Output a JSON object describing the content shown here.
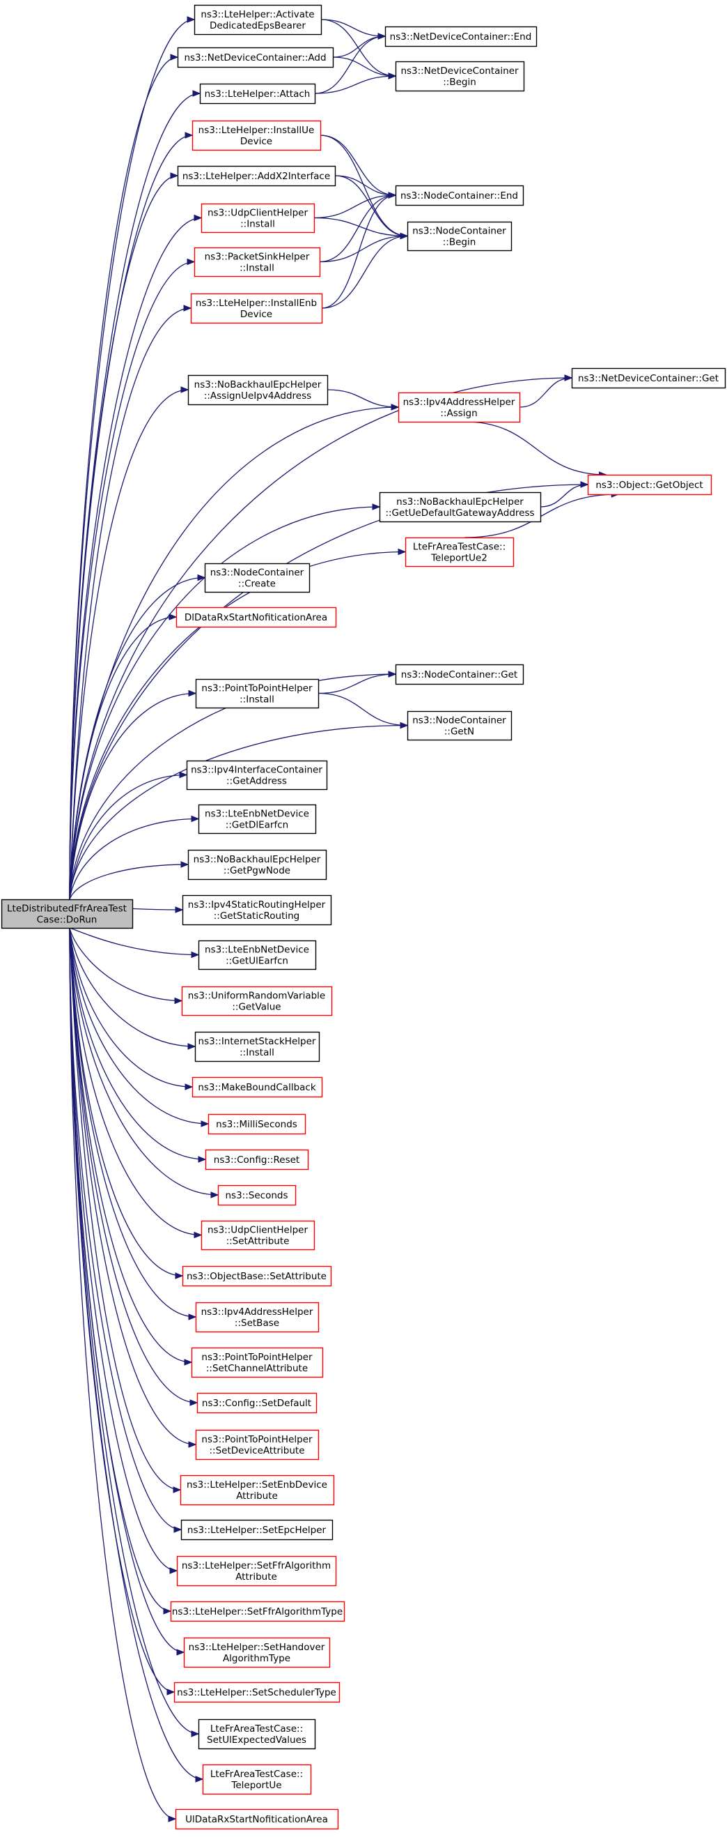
{
  "colors": {
    "edge": "#191970",
    "root_fill": "#bfbfbf",
    "black_border": "#000000",
    "red_border": "#ff0000",
    "node_fill": "#ffffff"
  },
  "root": {
    "id": "root",
    "lines": [
      "LteDistributedFfrAreaTest",
      "Case::DoRun"
    ],
    "style": "root"
  },
  "nodes": [
    {
      "id": "n_activate",
      "lines": [
        "ns3::LteHelper::Activate",
        "DedicatedEpsBearer"
      ],
      "style": "black"
    },
    {
      "id": "n_ndc_add",
      "lines": [
        "ns3::NetDeviceContainer::Add"
      ],
      "style": "black"
    },
    {
      "id": "n_attach",
      "lines": [
        "ns3::LteHelper::Attach"
      ],
      "style": "black"
    },
    {
      "id": "n_ndc_end",
      "lines": [
        "ns3::NetDeviceContainer::End"
      ],
      "style": "black"
    },
    {
      "id": "n_ndc_begin",
      "lines": [
        "ns3::NetDeviceContainer",
        "::Begin"
      ],
      "style": "black"
    },
    {
      "id": "n_install_ue",
      "lines": [
        "ns3::LteHelper::InstallUe",
        "Device"
      ],
      "style": "red"
    },
    {
      "id": "n_addx2",
      "lines": [
        "ns3::LteHelper::AddX2Interface"
      ],
      "style": "black"
    },
    {
      "id": "n_udpclient_install",
      "lines": [
        "ns3::UdpClientHelper",
        "::Install"
      ],
      "style": "red"
    },
    {
      "id": "n_packetsink_install",
      "lines": [
        "ns3::PacketSinkHelper",
        "::Install"
      ],
      "style": "red"
    },
    {
      "id": "n_install_enb",
      "lines": [
        "ns3::LteHelper::InstallEnb",
        "Device"
      ],
      "style": "red"
    },
    {
      "id": "n_nc_end",
      "lines": [
        "ns3::NodeContainer::End"
      ],
      "style": "black"
    },
    {
      "id": "n_nc_begin",
      "lines": [
        "ns3::NodeContainer",
        "::Begin"
      ],
      "style": "black"
    },
    {
      "id": "n_ndc_get",
      "lines": [
        "ns3::NetDeviceContainer::Get"
      ],
      "style": "black"
    },
    {
      "id": "n_assign_ue_ipv4",
      "lines": [
        "ns3::NoBackhaulEpcHelper",
        "::AssignUeIpv4Address"
      ],
      "style": "black"
    },
    {
      "id": "n_ipv4_assign",
      "lines": [
        "ns3::Ipv4AddressHelper",
        "::Assign"
      ],
      "style": "red"
    },
    {
      "id": "n_getobject",
      "lines": [
        "ns3::Object::GetObject"
      ],
      "style": "red"
    },
    {
      "id": "n_get_ue_gw",
      "lines": [
        "ns3::NoBackhaulEpcHelper",
        "::GetUeDefaultGatewayAddress"
      ],
      "style": "black"
    },
    {
      "id": "n_teleport_ue2",
      "lines": [
        "LteFrAreaTestCase::",
        "TeleportUe2"
      ],
      "style": "red"
    },
    {
      "id": "n_nc_create",
      "lines": [
        "ns3::NodeContainer",
        "::Create"
      ],
      "style": "black"
    },
    {
      "id": "n_dl_rx",
      "lines": [
        "DlDataRxStartNofiticationArea"
      ],
      "style": "red"
    },
    {
      "id": "n_p2p_install",
      "lines": [
        "ns3::PointToPointHelper",
        "::Install"
      ],
      "style": "black"
    },
    {
      "id": "n_nc_get",
      "lines": [
        "ns3::NodeContainer::Get"
      ],
      "style": "black"
    },
    {
      "id": "n_nc_getn",
      "lines": [
        "ns3::NodeContainer",
        "::GetN"
      ],
      "style": "black"
    },
    {
      "id": "n_ipv4if_getaddr",
      "lines": [
        "ns3::Ipv4InterfaceContainer",
        "::GetAddress"
      ],
      "style": "black"
    },
    {
      "id": "n_get_dl_earfcn",
      "lines": [
        "ns3::LteEnbNetDevice",
        "::GetDlEarfcn"
      ],
      "style": "black"
    },
    {
      "id": "n_get_pgw",
      "lines": [
        "ns3::NoBackhaulEpcHelper",
        "::GetPgwNode"
      ],
      "style": "black"
    },
    {
      "id": "n_static_routing",
      "lines": [
        "ns3::Ipv4StaticRoutingHelper",
        "::GetStaticRouting"
      ],
      "style": "black"
    },
    {
      "id": "n_get_ul_earfcn",
      "lines": [
        "ns3::LteEnbNetDevice",
        "::GetUlEarfcn"
      ],
      "style": "black"
    },
    {
      "id": "n_urv_getvalue",
      "lines": [
        "ns3::UniformRandomVariable",
        "::GetValue"
      ],
      "style": "red"
    },
    {
      "id": "n_internet_install",
      "lines": [
        "ns3::InternetStackHelper",
        "::Install"
      ],
      "style": "black"
    },
    {
      "id": "n_make_bound_cb",
      "lines": [
        "ns3::MakeBoundCallback"
      ],
      "style": "red"
    },
    {
      "id": "n_milliseconds",
      "lines": [
        "ns3::MilliSeconds"
      ],
      "style": "red"
    },
    {
      "id": "n_config_reset",
      "lines": [
        "ns3::Config::Reset"
      ],
      "style": "red"
    },
    {
      "id": "n_seconds",
      "lines": [
        "ns3::Seconds"
      ],
      "style": "red"
    },
    {
      "id": "n_udp_setattr",
      "lines": [
        "ns3::UdpClientHelper",
        "::SetAttribute"
      ],
      "style": "red"
    },
    {
      "id": "n_objbase_setattr",
      "lines": [
        "ns3::ObjectBase::SetAttribute"
      ],
      "style": "red"
    },
    {
      "id": "n_ipv4_setbase",
      "lines": [
        "ns3::Ipv4AddressHelper",
        "::SetBase"
      ],
      "style": "red"
    },
    {
      "id": "n_p2p_channel_attr",
      "lines": [
        "ns3::PointToPointHelper",
        "::SetChannelAttribute"
      ],
      "style": "red"
    },
    {
      "id": "n_config_setdefault",
      "lines": [
        "ns3::Config::SetDefault"
      ],
      "style": "red"
    },
    {
      "id": "n_p2p_device_attr",
      "lines": [
        "ns3::PointToPointHelper",
        "::SetDeviceAttribute"
      ],
      "style": "red"
    },
    {
      "id": "n_set_enb_device_attr",
      "lines": [
        "ns3::LteHelper::SetEnbDevice",
        "Attribute"
      ],
      "style": "red"
    },
    {
      "id": "n_set_epc_helper",
      "lines": [
        "ns3::LteHelper::SetEpcHelper"
      ],
      "style": "black"
    },
    {
      "id": "n_set_ffr_attr",
      "lines": [
        "ns3::LteHelper::SetFfrAlgorithm",
        "Attribute"
      ],
      "style": "red"
    },
    {
      "id": "n_set_ffr_type",
      "lines": [
        "ns3::LteHelper::SetFfrAlgorithmType"
      ],
      "style": "red"
    },
    {
      "id": "n_set_handover_type",
      "lines": [
        "ns3::LteHelper::SetHandover",
        "AlgorithmType"
      ],
      "style": "red"
    },
    {
      "id": "n_set_scheduler_type",
      "lines": [
        "ns3::LteHelper::SetSchedulerType"
      ],
      "style": "red"
    },
    {
      "id": "n_set_ul_expected",
      "lines": [
        "LteFrAreaTestCase::",
        "SetUlExpectedValues"
      ],
      "style": "black"
    },
    {
      "id": "n_teleport_ue",
      "lines": [
        "LteFrAreaTestCase::",
        "TeleportUe"
      ],
      "style": "red"
    },
    {
      "id": "n_ul_rx",
      "lines": [
        "UlDataRxStartNofiticationArea"
      ],
      "style": "red"
    }
  ],
  "edges": [
    [
      "n_activate",
      "n_ndc_end"
    ],
    [
      "n_activate",
      "n_ndc_begin"
    ],
    [
      "n_ndc_add",
      "n_ndc_end"
    ],
    [
      "n_ndc_add",
      "n_ndc_begin"
    ],
    [
      "n_attach",
      "n_ndc_end"
    ],
    [
      "n_attach",
      "n_ndc_begin"
    ],
    [
      "n_install_ue",
      "n_nc_end"
    ],
    [
      "n_install_ue",
      "n_nc_begin"
    ],
    [
      "n_addx2",
      "n_nc_end"
    ],
    [
      "n_addx2",
      "n_nc_begin"
    ],
    [
      "n_udpclient_install",
      "n_nc_end"
    ],
    [
      "n_udpclient_install",
      "n_nc_begin"
    ],
    [
      "n_packetsink_install",
      "n_nc_end"
    ],
    [
      "n_packetsink_install",
      "n_nc_begin"
    ],
    [
      "n_install_enb",
      "n_nc_end"
    ],
    [
      "n_install_enb",
      "n_nc_begin"
    ],
    [
      "n_assign_ue_ipv4",
      "n_ipv4_assign"
    ],
    [
      "n_ipv4_assign",
      "n_ndc_get"
    ],
    [
      "n_ipv4_assign",
      "n_getobject"
    ],
    [
      "n_get_ue_gw",
      "n_getobject"
    ],
    [
      "n_teleport_ue2",
      "n_getobject"
    ],
    [
      "n_p2p_install",
      "n_nc_get"
    ],
    [
      "n_p2p_install",
      "n_nc_getn"
    ]
  ],
  "root_edges": [
    "n_activate",
    "n_ndc_add",
    "n_attach",
    "n_install_ue",
    "n_addx2",
    "n_udpclient_install",
    "n_packetsink_install",
    "n_install_enb",
    "n_ndc_get",
    "n_assign_ue_ipv4",
    "n_ipv4_assign",
    "n_getobject",
    "n_get_ue_gw",
    "n_teleport_ue2",
    "n_nc_create",
    "n_dl_rx",
    "n_nc_get",
    "n_p2p_install",
    "n_nc_getn",
    "n_ipv4if_getaddr",
    "n_get_dl_earfcn",
    "n_get_pgw",
    "n_static_routing",
    "n_get_ul_earfcn",
    "n_urv_getvalue",
    "n_internet_install",
    "n_make_bound_cb",
    "n_milliseconds",
    "n_config_reset",
    "n_seconds",
    "n_udp_setattr",
    "n_objbase_setattr",
    "n_ipv4_setbase",
    "n_p2p_channel_attr",
    "n_config_setdefault",
    "n_p2p_device_attr",
    "n_set_enb_device_attr",
    "n_set_epc_helper",
    "n_set_ffr_attr",
    "n_set_ffr_type",
    "n_set_handover_type",
    "n_set_scheduler_type",
    "n_set_ul_expected",
    "n_teleport_ue",
    "n_ul_rx"
  ]
}
